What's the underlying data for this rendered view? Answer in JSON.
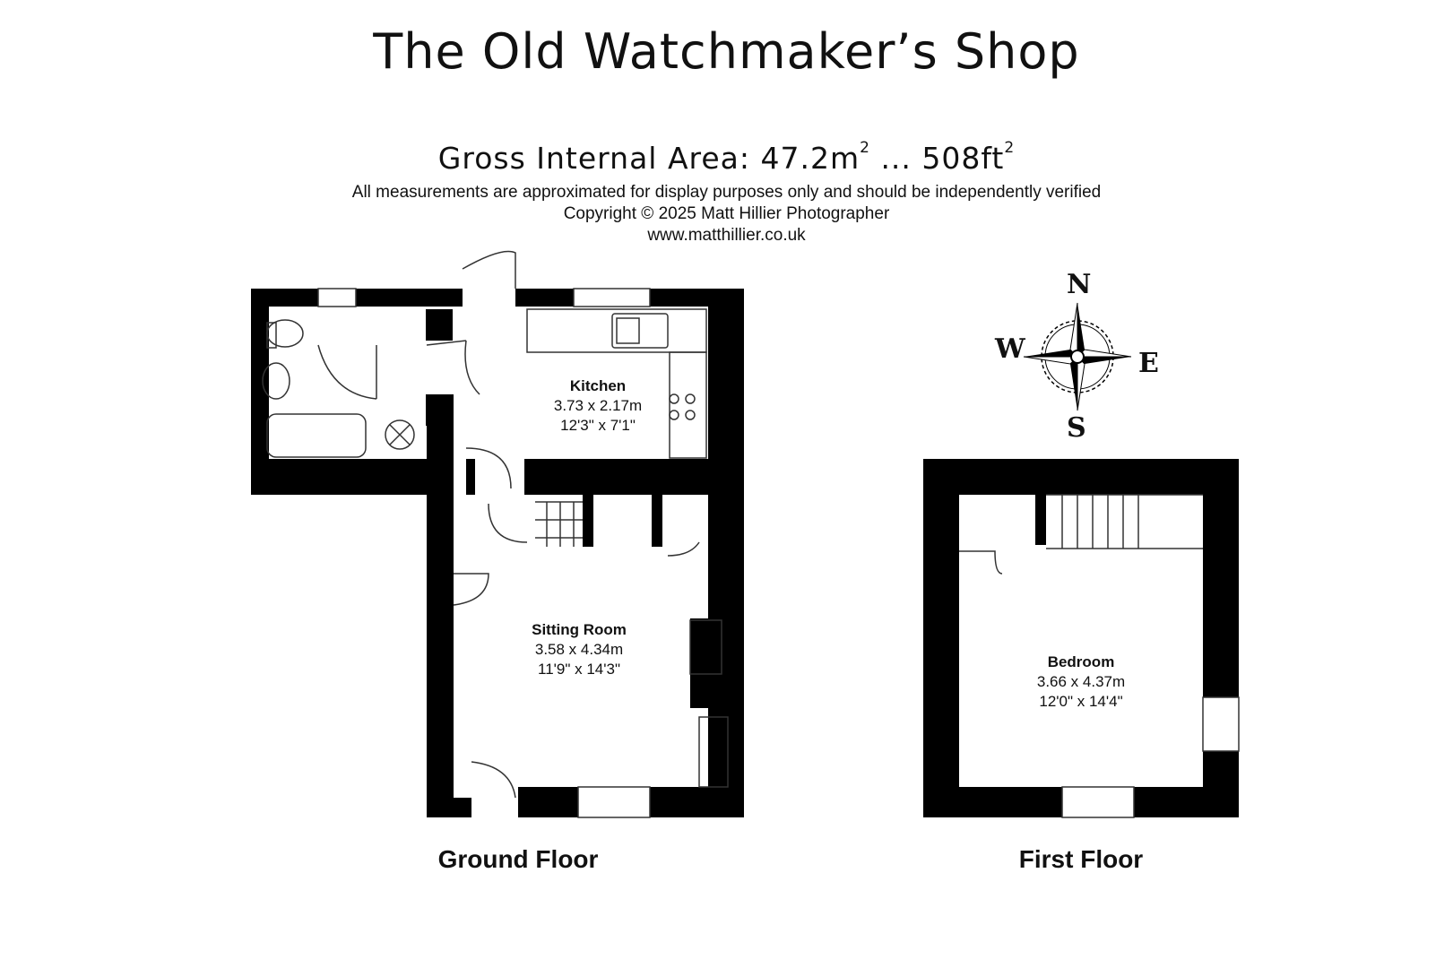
{
  "header": {
    "title": "The Old Watchmaker’s Shop",
    "gross_area_prefix": "Gross Internal Area: 47.2m",
    "gross_area_mid": " ... 508ft",
    "sup": "2",
    "disclaimer": "All measurements are approximated for display purposes only and should be independently verified",
    "copyright": "Copyright © 2025 Matt Hillier Photographer",
    "website": "www.matthillier.co.uk"
  },
  "rooms": {
    "kitchen": {
      "name": "Kitchen",
      "metric": "3.73 x 2.17m",
      "imperial": "12'3\" x 7'1\""
    },
    "sitting_room": {
      "name": "Sitting Room",
      "metric": "3.58 x 4.34m",
      "imperial": "11'9\" x 14'3\""
    },
    "bedroom": {
      "name": "Bedroom",
      "metric": "3.66 x 4.37m",
      "imperial": "12'0\" x 14'4\""
    }
  },
  "floors": {
    "ground": "Ground Floor",
    "first": "First Floor"
  },
  "compass": {
    "n": "N",
    "e": "E",
    "s": "S",
    "w": "W"
  }
}
